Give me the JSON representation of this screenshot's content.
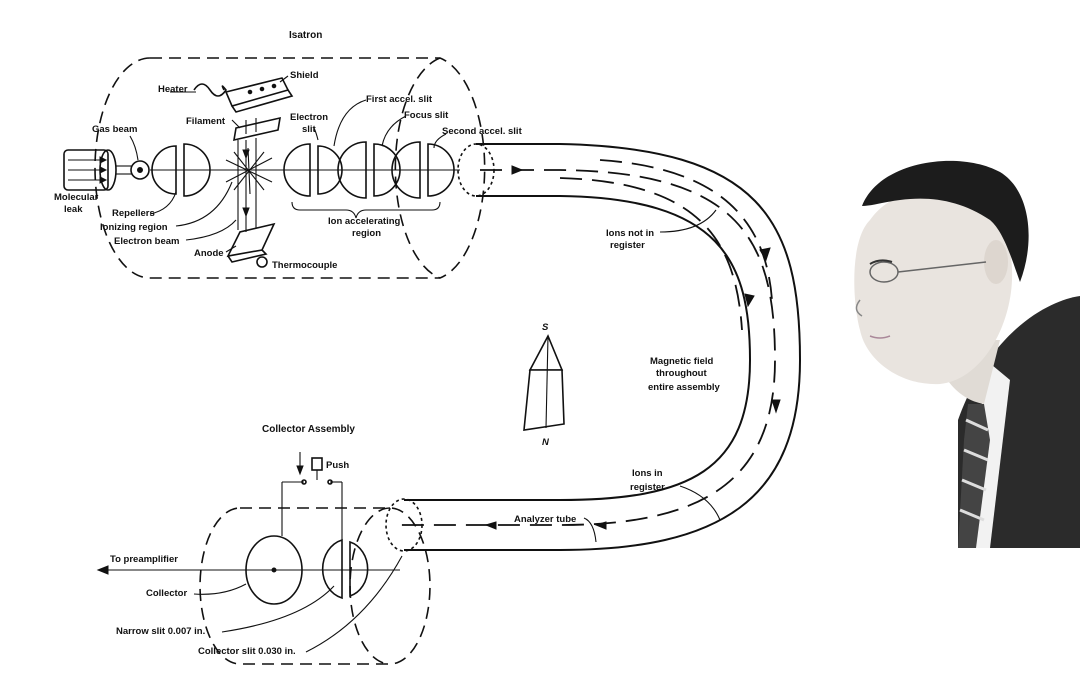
{
  "labels": {
    "isatron": "Isatron",
    "heater": "Heater",
    "shield": "Shield",
    "filament": "Filament",
    "gas_beam": "Gas beam",
    "electron_slit_1": "Electron",
    "electron_slit_2": "slit",
    "first_accel_slit": "First accel. slit",
    "focus_slit": "Focus slit",
    "second_accel_slit": "Second accel. slit",
    "molecular_leak_1": "Molecular",
    "molecular_leak_2": "leak",
    "repellers": "Repellers",
    "ionizing_region": "Ionizing region",
    "electron_beam": "Electron beam",
    "anode": "Anode",
    "thermocouple": "Thermocouple",
    "ion_accel_region_1": "Ion accelerating",
    "ion_accel_region_2": "region",
    "ions_not_in_register_1": "Ions not in",
    "ions_not_in_register_2": "register",
    "compass_s": "S",
    "compass_n": "N",
    "magnetic_field_1": "Magnetic field",
    "magnetic_field_2": "throughout",
    "magnetic_field_3": "entire assembly",
    "collector_assembly": "Collector Assembly",
    "push": "Push",
    "ions_in_register_1": "Ions in",
    "ions_in_register_2": "register",
    "analyzer_tube": "Analyzer tube",
    "to_preamplifier": "To preamplifier",
    "collector": "Collector",
    "narrow_slit": "Narrow slit 0.007 in.",
    "collector_slit": "Collector slit 0.030 in."
  },
  "colors": {
    "ink": "#111111",
    "background": "#ffffff",
    "suit": "#2b2b2b",
    "skin": "#e9e4df"
  }
}
